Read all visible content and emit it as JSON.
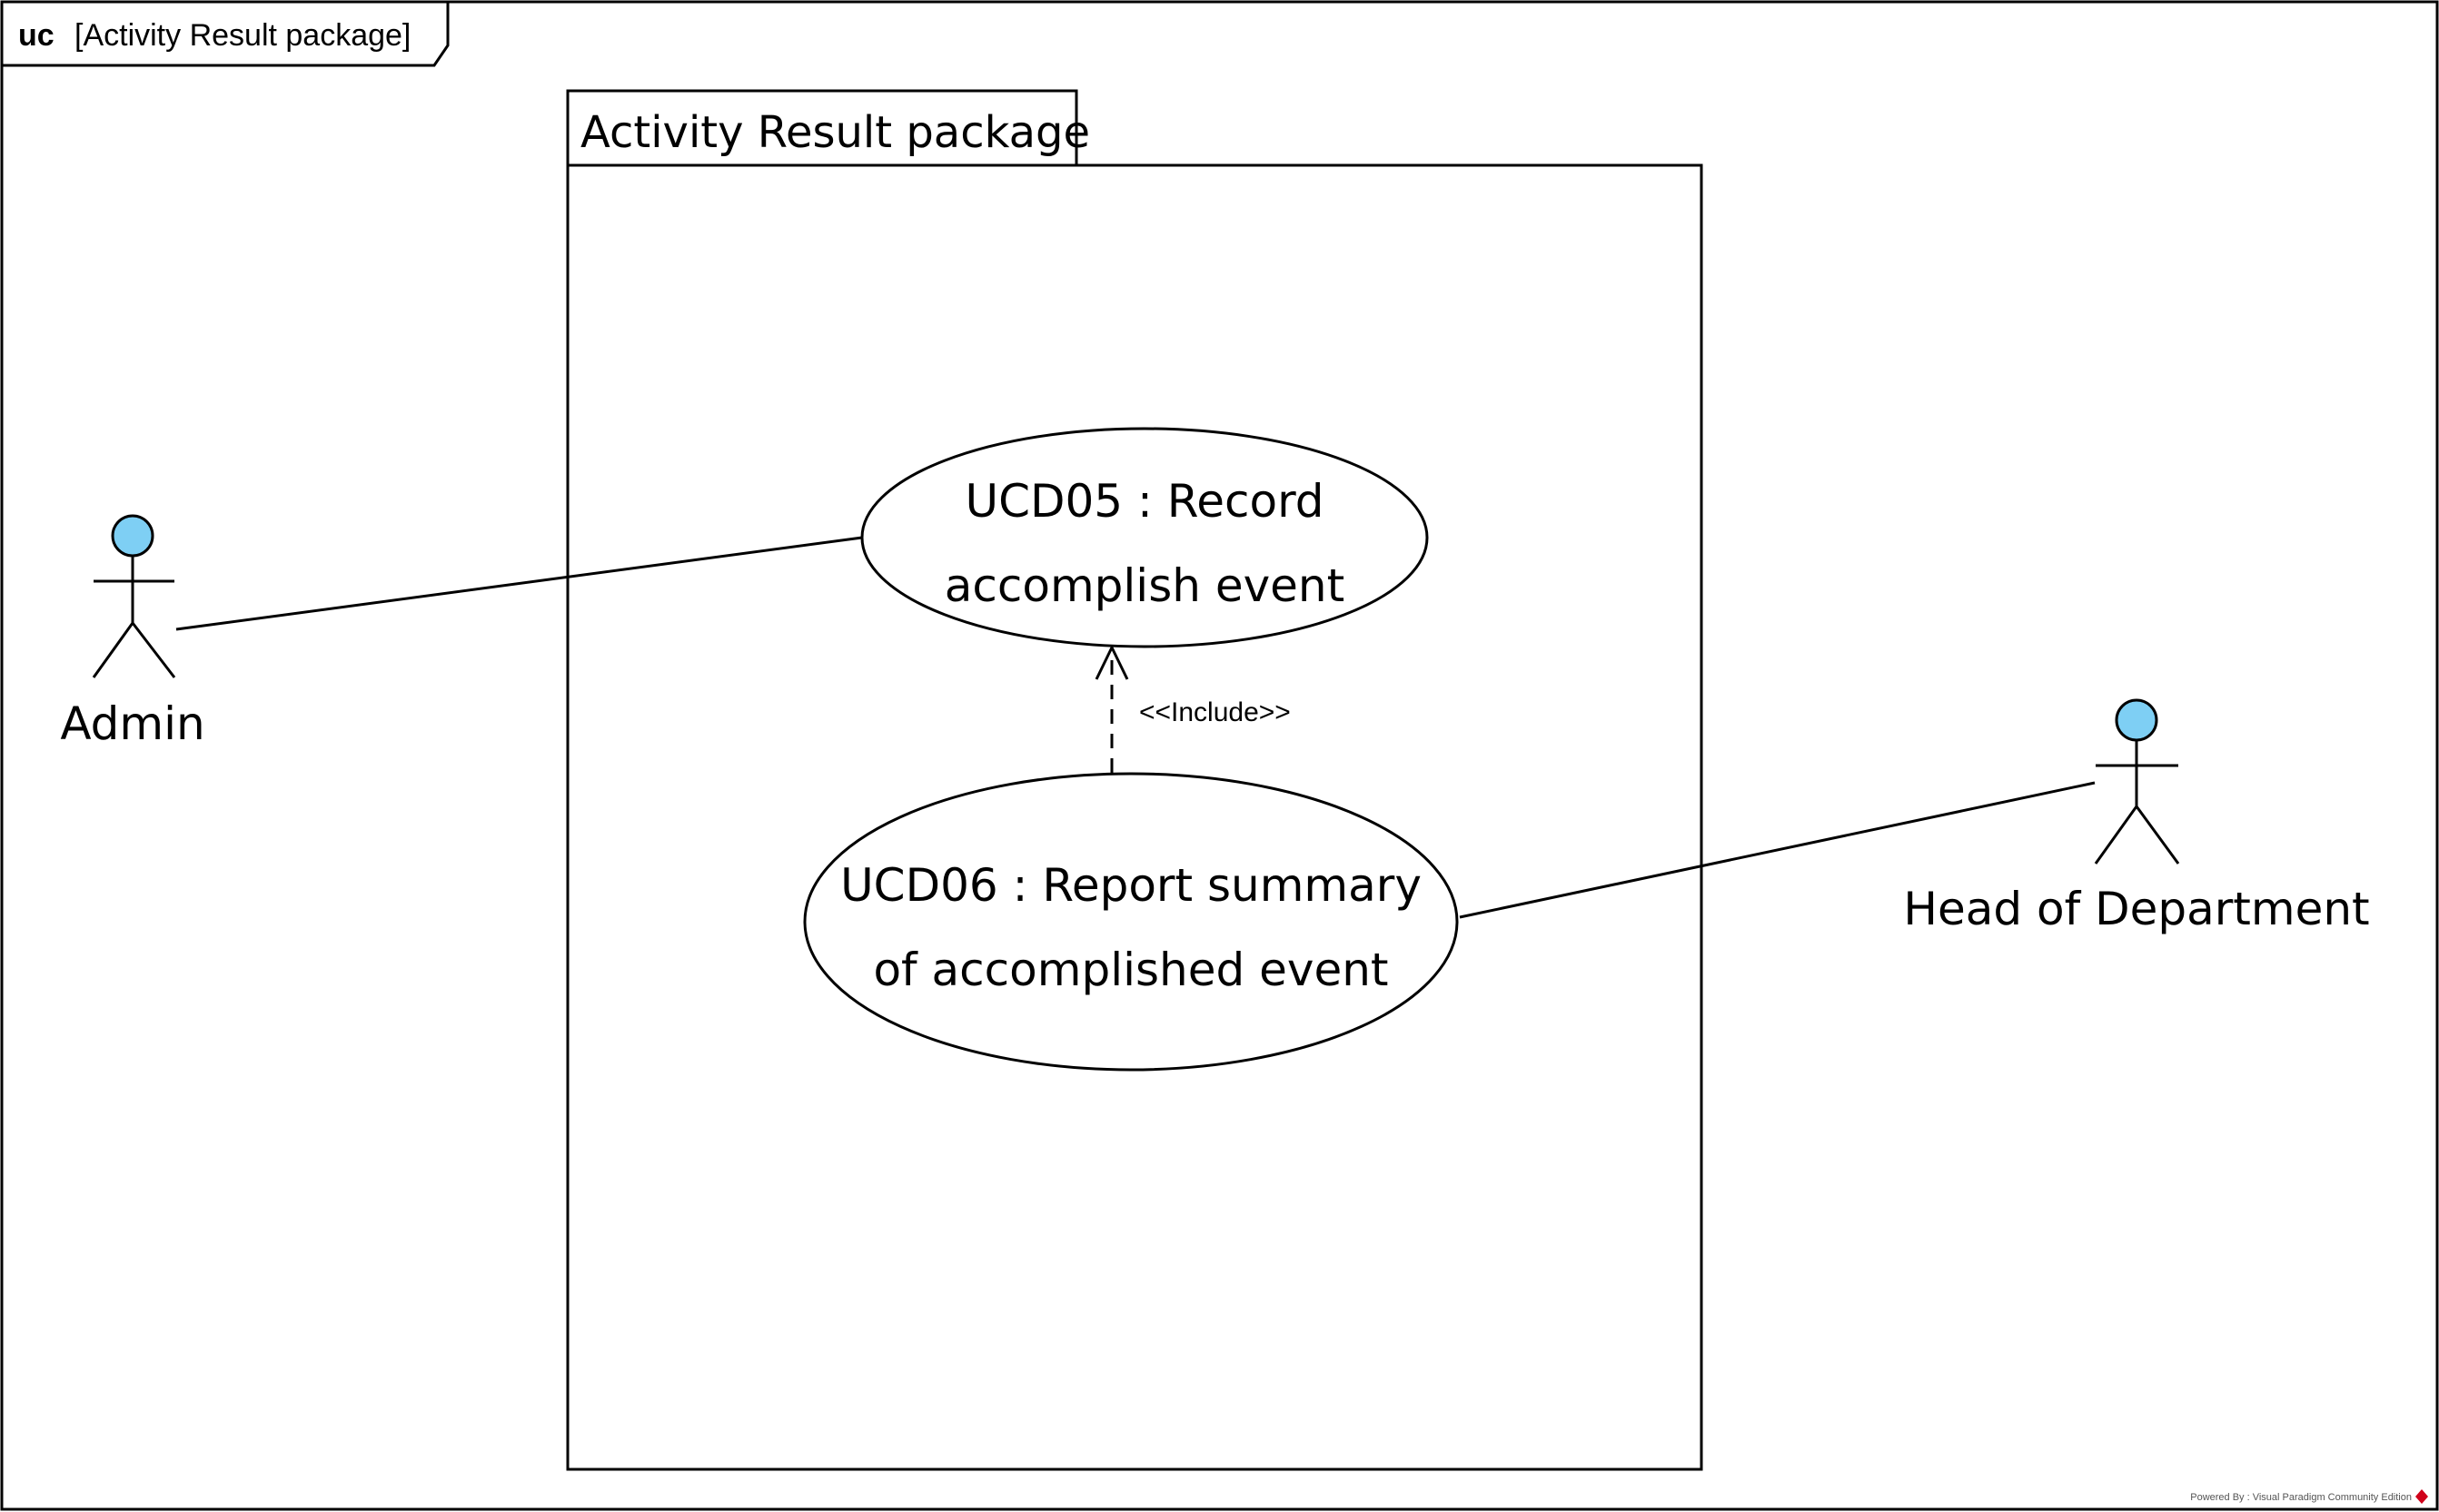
{
  "frame": {
    "keyword": "uc",
    "title": "[Activity Result package]"
  },
  "package": {
    "name": "Activity Result package"
  },
  "use_cases": [
    {
      "id": "ucd05",
      "lines": [
        "UCD05 : Record",
        "accomplish event"
      ]
    },
    {
      "id": "ucd06",
      "lines": [
        "UCD06 : Report summary",
        "of accomplished event"
      ]
    }
  ],
  "actors": [
    {
      "id": "admin",
      "name": "Admin"
    },
    {
      "id": "head",
      "name": "Head of Department"
    }
  ],
  "relations": {
    "include_label": "<<Include>>"
  },
  "footer": {
    "powered_by": "Powered By : Visual Paradigm Community Edition"
  },
  "colors": {
    "actor_head_fill": "#7ecff4",
    "line": "#000000",
    "logo": "#d0021b"
  }
}
